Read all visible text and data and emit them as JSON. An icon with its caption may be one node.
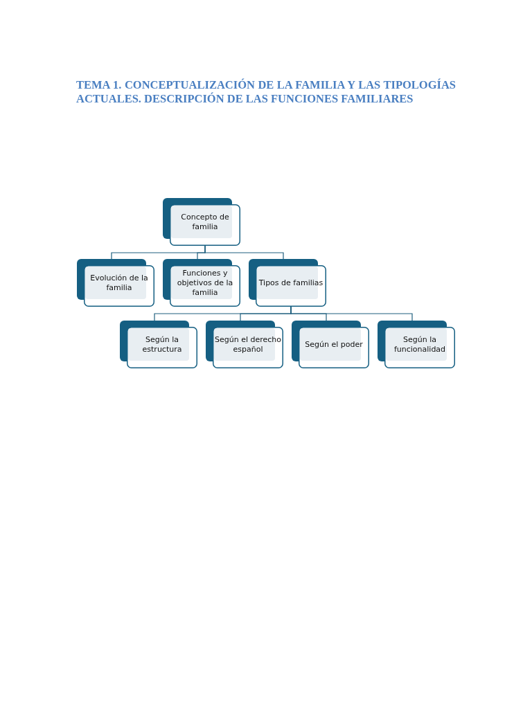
{
  "diagram": {
    "title": "TEMA 1. CONCEPTUALIZACIÓN DE LA FAMILIA Y LAS TIPOLOGÍAS ACTUALES. DESCRIPCIÓN DE LAS FUNCIONES FAMILIARES",
    "nodes": [
      {
        "text": [
          "Concepto de familia"
        ]
      },
      {
        "text": [
          "Evolución de la familia"
        ]
      },
      {
        "text": [
          "Funciones y objetivos de la familia"
        ]
      },
      {
        "text": [
          "Tipos de familias"
        ]
      },
      {
        "text": [
          "Según la estructura"
        ]
      },
      {
        "text": [
          "Según el derecho español"
        ]
      },
      {
        "text": [
          "Según el poder"
        ]
      },
      {
        "text": [
          "Según la funcionalidad"
        ]
      }
    ],
    "edges": [
      {
        "from": 0,
        "to": 1,
        "arrow": "none"
      },
      {
        "from": 0,
        "to": 2,
        "arrow": "none"
      },
      {
        "from": 0,
        "to": 3,
        "arrow": "none"
      },
      {
        "from": 3,
        "to": 4,
        "arrow": "none"
      },
      {
        "from": 3,
        "to": 5,
        "arrow": "none"
      },
      {
        "from": 3,
        "to": 6,
        "arrow": "none"
      },
      {
        "from": 3,
        "to": 7,
        "arrow": "none"
      }
    ]
  }
}
